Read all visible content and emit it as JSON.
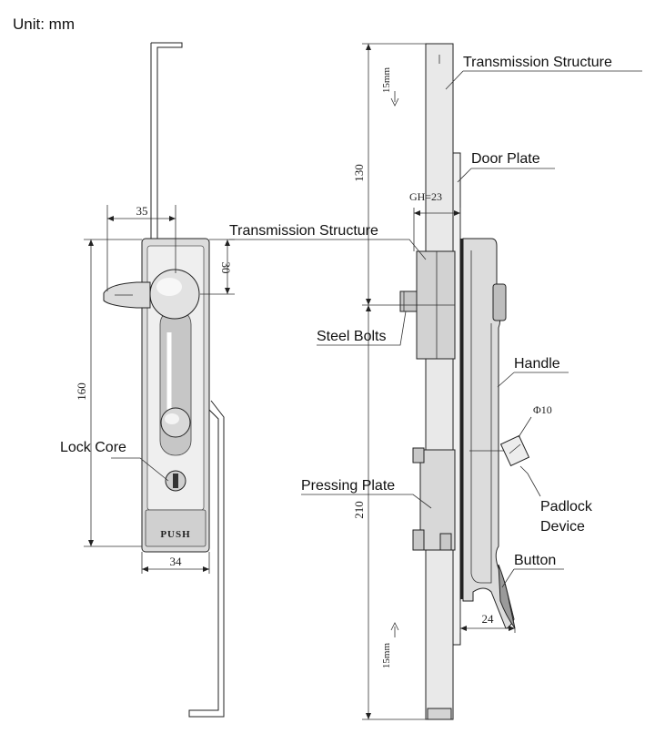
{
  "unit_label": "Unit: mm",
  "dimensions": {
    "d35": "35",
    "d30": "30",
    "d160": "160",
    "d34": "34",
    "d130": "130",
    "d210": "210",
    "d24": "24",
    "gh": "GH=23",
    "phi": "Φ10",
    "top_15": "15mm",
    "bottom_15": "15mm"
  },
  "front_view": {
    "push_label": "PUSH",
    "lock_core_label": "Lock Core"
  },
  "side_view": {
    "callouts": {
      "transmission_top": "Transmission Structure",
      "door_plate": "Door Plate",
      "transmission_mid": "Transmission Structure",
      "steel_bolts": "Steel Bolts",
      "handle": "Handle",
      "pressing_plate": "Pressing Plate",
      "padlock_line1": "Padlock",
      "padlock_line2": "Device",
      "button": "Button"
    }
  }
}
